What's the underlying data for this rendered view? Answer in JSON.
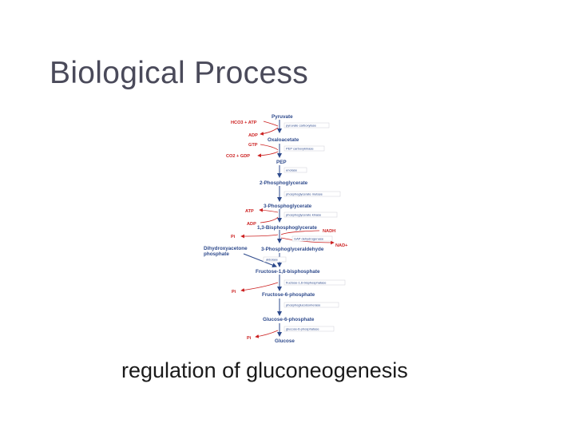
{
  "slide": {
    "title": "Biological Process",
    "caption": "regulation of gluconeogenesis"
  },
  "pathway": {
    "metabolites": {
      "pyruvate": "Pyruvate",
      "oxaloacetate": "Oxaloacetate",
      "pep": "PEP",
      "pg2": "2-Phosphoglycerate",
      "pg3": "3-Phosphoglycerate",
      "bpg13": "1,3-Bisphosphoglycerate",
      "g3p": "3-Phosphoglyceraldehyde",
      "dhap_line1": "Dihydroxyacetone",
      "dhap_line2": "phosphate",
      "fbp": "Fructose-1,6-bisphosphate",
      "f6p": "Fructose-6-phosphate",
      "g6p": "Glucose-6-phosphate",
      "glucose": "Glucose"
    },
    "cofactors": {
      "hco3_atp": "HCO3 + ATP",
      "adp_1": "ADP",
      "gtp": "GTP",
      "co2_gdp": "CO2 + GDP",
      "atp_2": "ATP",
      "adp_2": "ADP",
      "pi_1": "Pi",
      "nadh": "NADH",
      "nad": "NAD+",
      "pi_2": "Pi",
      "pi_3": "Pi"
    },
    "enzymes": {
      "pyruvate_carboxylase": "pyruvate carboxylase",
      "pepck": "PEP carboxykinase",
      "enolase": "enolase",
      "pgm": "phosphoglycerate mutase",
      "pgk": "phosphoglycerate kinase",
      "gapdh": "GAP dehydrogenase",
      "aldolase": "aldolase",
      "fbpase": "fructose-1,6-bisphosphatase",
      "pgi": "phosphoglucoisomerase",
      "g6pase": "glucose-6-phosphatase"
    },
    "colors": {
      "metabolite": "#2e4a8c",
      "cofactor": "#cc2222",
      "title": "#4a4a5a"
    }
  }
}
